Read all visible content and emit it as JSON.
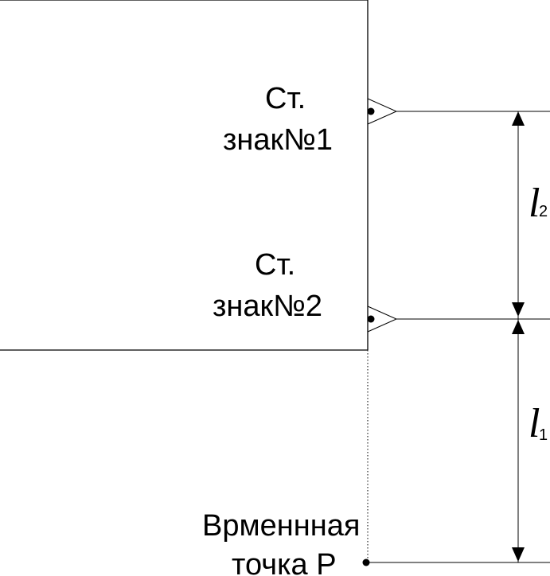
{
  "labels": {
    "sign1_line1": "Ст.",
    "sign1_line2": "знак№1",
    "sign2_line1": "Ст.",
    "sign2_line2": "знак№2",
    "point_line1": "Врменнная",
    "point_line2": "точка Р"
  },
  "dimensions": {
    "l2_symbol": "l",
    "l2_sub": "2",
    "l1_symbol": "l",
    "l1_sub": "1"
  }
}
